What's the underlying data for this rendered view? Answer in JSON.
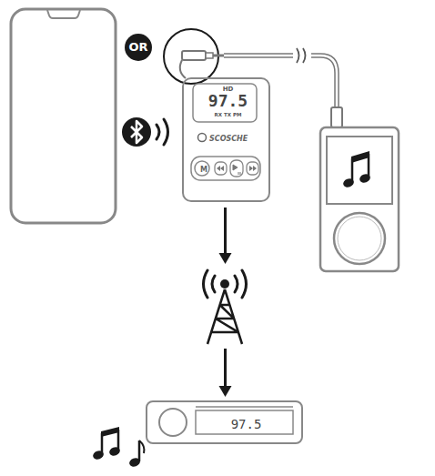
{
  "diagram": {
    "nodes": [
      {
        "text": [
          "HD",
          "97.5",
          "RX TX PM",
          "SCOSCHE",
          "M"
        ]
      },
      {
        "text": [
          "97.5"
        ]
      }
    ],
    "edges": [
      {
        "from": 0,
        "to": 1,
        "arrow": "to"
      }
    ],
    "labels": [
      "OR"
    ]
  }
}
